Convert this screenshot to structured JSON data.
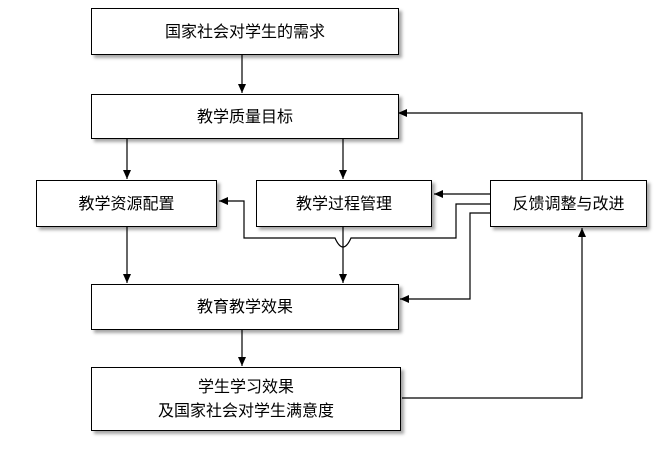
{
  "nodes": {
    "demand": "国家社会对学生的需求",
    "goal": "教学质量目标",
    "resource": "教学资源配置",
    "process": "教学过程管理",
    "feedback": "反馈调整与改进",
    "effect": "教育教学效果",
    "satisfaction": {
      "line1": "学生学习效果",
      "line2": "及国家社会对学生满意度"
    }
  },
  "colors": {
    "line": "#000000",
    "node_border": "#000000"
  }
}
